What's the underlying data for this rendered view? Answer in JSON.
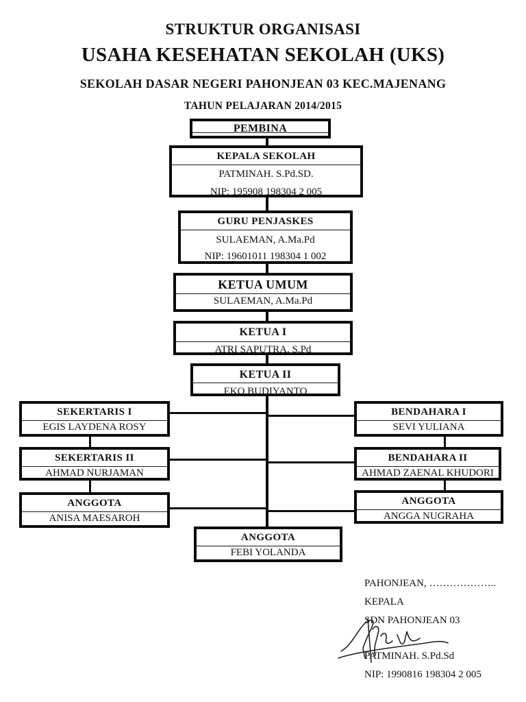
{
  "document": {
    "title_line1": "STRUKTUR ORGANISASI",
    "title_line2": "USAHA KESEHATAN SEKOLAH (UKS)",
    "title_line3": "SEKOLAH DASAR NEGERI PAHONJEAN 03 KEC.MAJENANG",
    "title_line4": "TAHUN PELAJARAN 2014/2015"
  },
  "chart_data": {
    "type": "org-chart",
    "nodes": [
      {
        "role": "PEMBINA",
        "lines": []
      },
      {
        "role": "KEPALA SEKOLAH",
        "lines": [
          "PATMINAH. S.Pd.SD.",
          "NIP: 195908 198304 2 005"
        ]
      },
      {
        "role": "GURU PENJASKES",
        "lines": [
          "SULAEMAN, A.Ma.Pd",
          "NIP: 19601011 198304 1 002"
        ]
      },
      {
        "role": "KETUA UMUM",
        "lines": [
          "SULAEMAN, A.Ma.Pd"
        ]
      },
      {
        "role": "KETUA I",
        "lines": [
          "ATRI SAPUTRA. S.Pd"
        ]
      },
      {
        "role": "KETUA II",
        "lines": [
          "EKO BUDIYANTO"
        ]
      },
      {
        "role": "SEKERTARIS I",
        "lines": [
          "EGIS LAYDENA ROSY"
        ]
      },
      {
        "role": "SEKERTARIS II",
        "lines": [
          "AHMAD NURJAMAN"
        ]
      },
      {
        "role": "ANGGOTA",
        "lines": [
          "ANISA MAESAROH"
        ]
      },
      {
        "role": "BENDAHARA I",
        "lines": [
          "SEVI YULIANA"
        ]
      },
      {
        "role": "BENDAHARA II",
        "lines": [
          "AHMAD ZAENAL KHUDORI"
        ]
      },
      {
        "role": "ANGGOTA",
        "lines": [
          "ANGGA NUGRAHA"
        ]
      },
      {
        "role": "ANGGOTA",
        "lines": [
          "FEBI YOLANDA"
        ]
      }
    ],
    "hierarchy_note": "PEMBINA > KEPALA SEKOLAH > GURU PENJASKES > KETUA UMUM > KETUA I > KETUA II; KETUA II branches to SEKERTARIS I/II + ANGGOTA (left), BENDAHARA I/II + ANGGOTA (right), ANGGOTA (center)"
  },
  "signature_block": {
    "place_date": "PAHONJEAN, ………………..",
    "role1": "KEPALA",
    "role2": "SDN PAHONJEAN 03",
    "name": "PATMINAH. S.Pd.Sd",
    "nip": "NIP: 1990816 198304 2 005"
  },
  "colors": {
    "ink": "#111111",
    "box_border": "#000000",
    "page_bg": "#ffffff"
  }
}
